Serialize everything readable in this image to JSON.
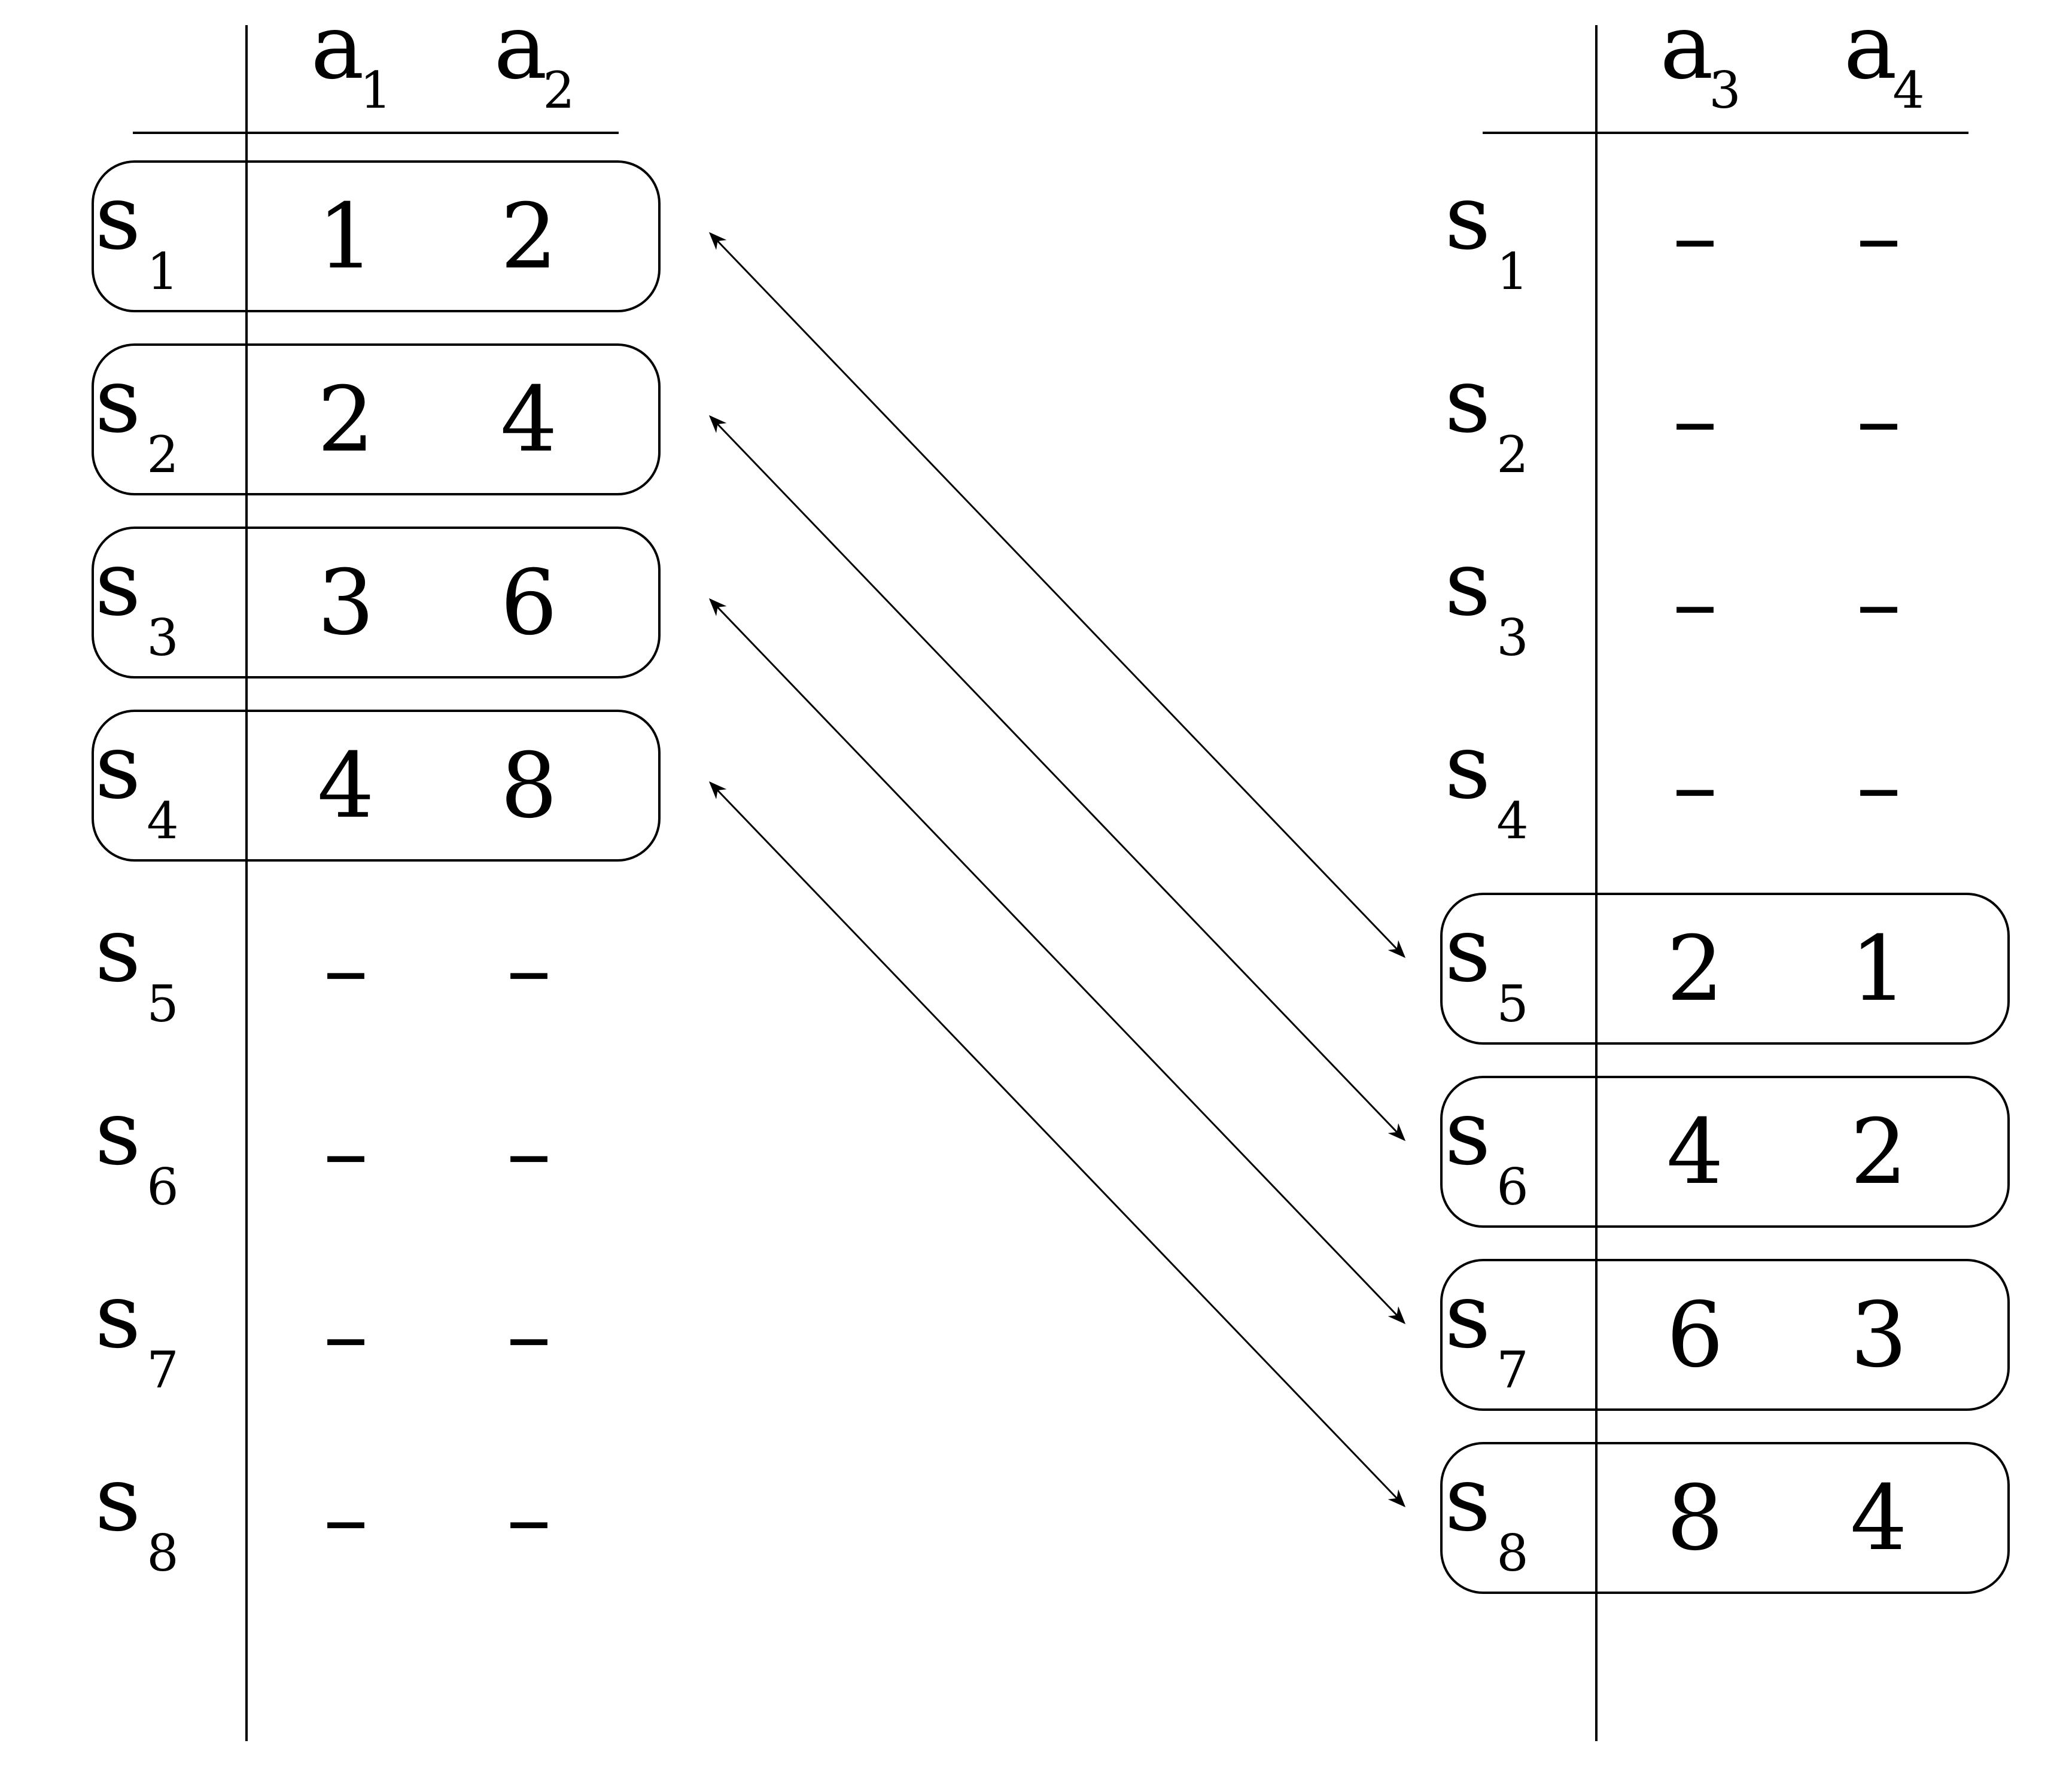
{
  "tables": [
    {
      "id": "left",
      "headers": [
        {
          "letter": "a",
          "sub": "1"
        },
        {
          "letter": "a",
          "sub": "2"
        }
      ],
      "rows": [
        {
          "letter": "s",
          "sub": "1",
          "c1": "1",
          "c2": "2",
          "boxed": true
        },
        {
          "letter": "s",
          "sub": "2",
          "c1": "2",
          "c2": "4",
          "boxed": true
        },
        {
          "letter": "s",
          "sub": "3",
          "c1": "3",
          "c2": "6",
          "boxed": true
        },
        {
          "letter": "s",
          "sub": "4",
          "c1": "4",
          "c2": "8",
          "boxed": true
        },
        {
          "letter": "s",
          "sub": "5",
          "c1": "–",
          "c2": "–",
          "boxed": false
        },
        {
          "letter": "s",
          "sub": "6",
          "c1": "–",
          "c2": "–",
          "boxed": false
        },
        {
          "letter": "s",
          "sub": "7",
          "c1": "–",
          "c2": "–",
          "boxed": false
        },
        {
          "letter": "s",
          "sub": "8",
          "c1": "–",
          "c2": "–",
          "boxed": false
        }
      ]
    },
    {
      "id": "right",
      "headers": [
        {
          "letter": "a",
          "sub": "3"
        },
        {
          "letter": "a",
          "sub": "4"
        }
      ],
      "rows": [
        {
          "letter": "s",
          "sub": "1",
          "c1": "–",
          "c2": "–",
          "boxed": false
        },
        {
          "letter": "s",
          "sub": "2",
          "c1": "–",
          "c2": "–",
          "boxed": false
        },
        {
          "letter": "s",
          "sub": "3",
          "c1": "–",
          "c2": "–",
          "boxed": false
        },
        {
          "letter": "s",
          "sub": "4",
          "c1": "–",
          "c2": "–",
          "boxed": false
        },
        {
          "letter": "s",
          "sub": "5",
          "c1": "2",
          "c2": "1",
          "boxed": true
        },
        {
          "letter": "s",
          "sub": "6",
          "c1": "4",
          "c2": "2",
          "boxed": true
        },
        {
          "letter": "s",
          "sub": "7",
          "c1": "6",
          "c2": "3",
          "boxed": true
        },
        {
          "letter": "s",
          "sub": "8",
          "c1": "8",
          "c2": "4",
          "boxed": true
        }
      ]
    }
  ],
  "connections": [
    {
      "from_table": "left",
      "from_row": 0,
      "to_table": "right",
      "to_row": 4
    },
    {
      "from_table": "left",
      "from_row": 1,
      "to_table": "right",
      "to_row": 5
    },
    {
      "from_table": "left",
      "from_row": 2,
      "to_table": "right",
      "to_row": 6
    },
    {
      "from_table": "left",
      "from_row": 3,
      "to_table": "right",
      "to_row": 7
    }
  ]
}
